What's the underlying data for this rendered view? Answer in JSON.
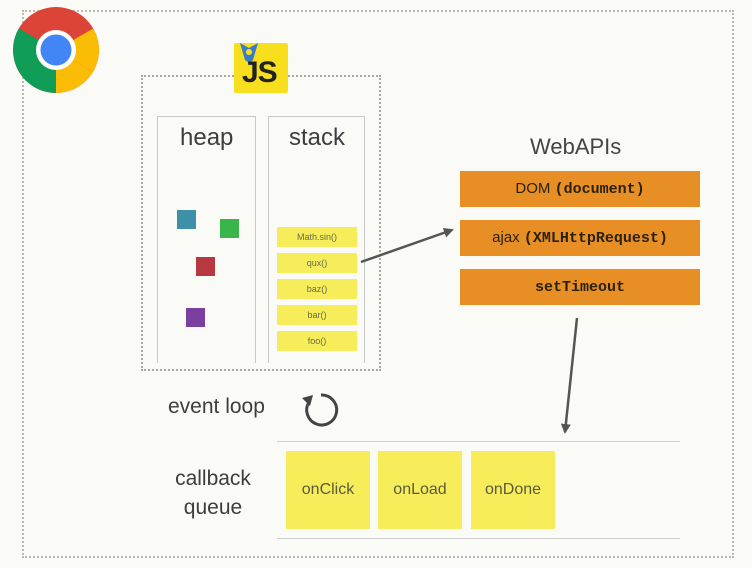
{
  "js_badge": {
    "text": "JS"
  },
  "engine": {
    "heap": {
      "title": "heap",
      "object_colors": [
        "#3e8fa8",
        "#3ab54a",
        "#b8383f",
        "#7b3fa0"
      ]
    },
    "stack": {
      "title": "stack",
      "frames": [
        "Math.sin()",
        "qux()",
        "baz()",
        "bar()",
        "foo()"
      ]
    }
  },
  "webapis": {
    "title": "WebAPIs",
    "items": [
      {
        "plain": "DOM ",
        "code": "(document)"
      },
      {
        "plain": "ajax ",
        "code": "(XMLHttpRequest)"
      },
      {
        "plain": "",
        "code": "setTimeout"
      }
    ]
  },
  "event_loop": {
    "label": "event loop"
  },
  "callback_queue": {
    "label_line1": "callback",
    "label_line2": "queue",
    "callbacks": [
      "onClick",
      "onLoad",
      "onDone"
    ]
  },
  "colors": {
    "api_box": "#e78e25",
    "yellow_box": "#f7ed5b",
    "js_yellow": "#f7df1e"
  }
}
